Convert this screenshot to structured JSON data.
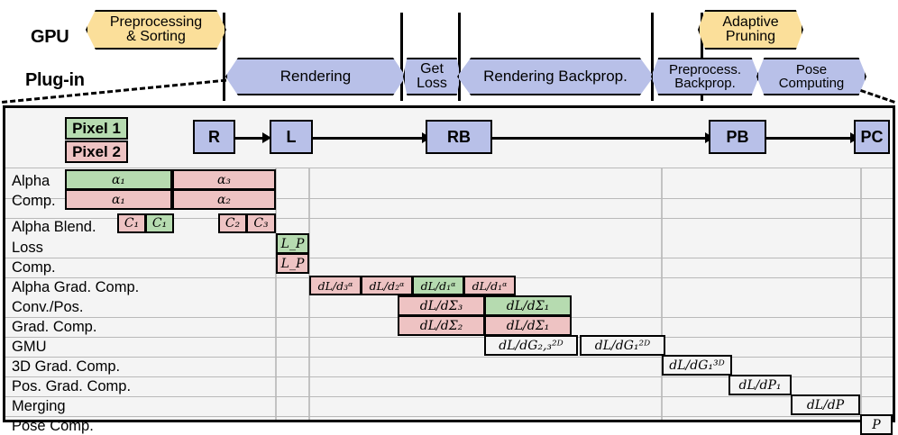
{
  "timeline": {
    "lanes": [
      {
        "id": "gpu",
        "label": "GPU"
      },
      {
        "id": "plugin",
        "label": "Plug-in"
      }
    ],
    "gpu_stages": [
      {
        "label_line1": "Preprocessing",
        "label_line2": "& Sorting",
        "color": "#fbdf9a"
      },
      {
        "label_line1": "Adaptive",
        "label_line2": "Pruning",
        "color": "#fbdf9a"
      }
    ],
    "plugin_stages": [
      {
        "label_line1": "Rendering",
        "label_line2": "",
        "color": "#b8c0e8"
      },
      {
        "label_line1": "Get",
        "label_line2": "Loss",
        "color": "#b8c0e8"
      },
      {
        "label_line1": "Rendering Backprop.",
        "label_line2": "",
        "color": "#b8c0e8"
      },
      {
        "label_line1": "Preprocess.",
        "label_line2": "Backprop.",
        "color": "#b8c0e8"
      },
      {
        "label_line1": "Pose",
        "label_line2": "Computing",
        "color": "#b8c0e8"
      }
    ]
  },
  "legend": {
    "pixel1": "Pixel 1",
    "pixel2": "Pixel 2",
    "pixel1_color": "#b6dbb0",
    "pixel2_color": "#eec3c3"
  },
  "flow": {
    "nodes": [
      {
        "id": "r",
        "label": "R"
      },
      {
        "id": "l",
        "label": "L"
      },
      {
        "id": "rb",
        "label": "RB"
      },
      {
        "id": "pb",
        "label": "PB"
      },
      {
        "id": "pc",
        "label": "PC"
      }
    ]
  },
  "table": {
    "row_labels": [
      "Alpha",
      "Comp.",
      "Alpha Blend.",
      "Loss",
      "Comp.",
      "Alpha Grad. Comp.",
      "Conv./Pos.",
      "Grad. Comp.",
      "GMU",
      "3D Grad. Comp.",
      "Pos. Grad. Comp.",
      "Merging",
      "Pose Comp."
    ],
    "cells": {
      "alpha_row1": [
        {
          "text": "α₁",
          "color": "green"
        },
        {
          "text": "α₃",
          "color": "pink"
        }
      ],
      "alpha_row2": [
        {
          "text": "α₁",
          "color": "pink"
        },
        {
          "text": "α₂",
          "color": "pink"
        }
      ],
      "alpha_blend": [
        {
          "text": "C₁",
          "color": "pink"
        },
        {
          "text": "C₁",
          "color": "green"
        },
        {
          "text": "C₂",
          "color": "pink"
        },
        {
          "text": "C₃",
          "color": "pink"
        }
      ],
      "loss_row1": [
        {
          "text": "L_P",
          "color": "green"
        }
      ],
      "loss_row2": [
        {
          "text": "L_P",
          "color": "pink"
        }
      ],
      "alpha_grad": [
        {
          "text": "dL/d₃ᵅ",
          "color": "pink"
        },
        {
          "text": "dL/d₂ᵅ",
          "color": "pink"
        },
        {
          "text": "dL/d₁ᵅ",
          "color": "green"
        },
        {
          "text": "dL/d₁ᵅ",
          "color": "pink"
        }
      ],
      "conv_row1": [
        {
          "text": "dL/dΣ₃",
          "color": "pink"
        },
        {
          "text": "dL/dΣ₁",
          "color": "green"
        }
      ],
      "conv_row2": [
        {
          "text": "dL/dΣ₂",
          "color": "pink"
        },
        {
          "text": "dL/dΣ₁",
          "color": "pink"
        }
      ],
      "gmu": [
        {
          "text": "dL/dG₂,₃²ᴰ",
          "color": "white"
        },
        {
          "text": "dL/dG₁²ᴰ",
          "color": "white"
        }
      ],
      "grad3d": [
        {
          "text": "dL/dG₁³ᴰ",
          "color": "white"
        }
      ],
      "posgrad": [
        {
          "text": "dL/dP₁",
          "color": "white"
        }
      ],
      "merging": [
        {
          "text": "dL/dP",
          "color": "white"
        }
      ],
      "posecomp": [
        {
          "text": "P",
          "color": "white"
        }
      ]
    }
  }
}
